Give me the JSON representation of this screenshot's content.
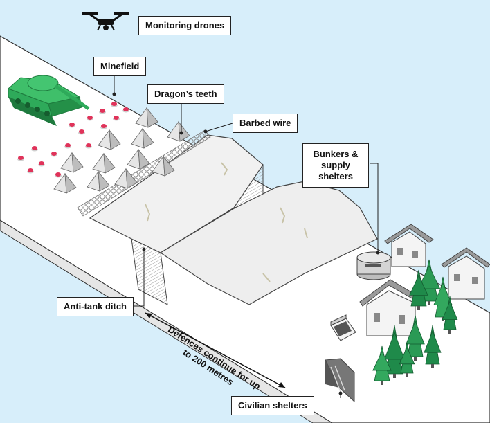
{
  "labels": {
    "drones": "Monitoring drones",
    "minefield": "Minefield",
    "dragons_teeth": "Dragon’s teeth",
    "barbed_wire": "Barbed wire",
    "bunkers": "Bunkers & supply shelters",
    "anti_tank_ditch": "Anti-tank ditch",
    "civilian_shelters": "Civilian shelters"
  },
  "note": "Defences continue for up to 200 metres",
  "icons": {
    "drone": "drone-icon",
    "tank": "tank-icon",
    "mine": "mine-icon",
    "tooth": "dragons-tooth-icon",
    "wire": "barbed-wire-icon",
    "bunker": "bunker-icon",
    "house": "house-icon",
    "tree": "tree-icon",
    "shelter": "shelter-hatch-icon"
  },
  "colors": {
    "sky": "#d7eefa",
    "ground": "#ffffff",
    "outline": "#333333",
    "tank": "#2eaa5a",
    "mine_red": "#e0335a",
    "tree": "#1f8a4a"
  }
}
